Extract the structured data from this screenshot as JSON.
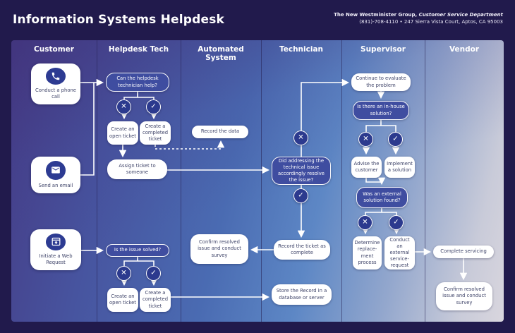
{
  "header": {
    "title": "Information Systems Helpdesk",
    "company_bold": "The New Westminister Group,",
    "company_italic": "Customer Service Department",
    "contact_line": "(831)-708-4110 • 247 Sierra Vista Court, Aptos, CA 95003"
  },
  "lanes": [
    {
      "label": "Customer"
    },
    {
      "label": "Helpdesk Tech"
    },
    {
      "label": "Automated System"
    },
    {
      "label": "Technician"
    },
    {
      "label": "Supervisor"
    },
    {
      "label": "Vendor"
    }
  ],
  "nodes": {
    "conduct_phone": "Conduct a phone call",
    "send_email": "Send an email",
    "web_request": "Initiate a Web Request",
    "q_helpdesk_help": "Can the helpdesk technician help?",
    "create_open_1": "Create an open ticket",
    "create_completed_1": "Create a completed ticket",
    "assign_ticket": "Assign ticket to someone",
    "record_data": "Record the data",
    "q_issue_resolved": "Did addressing the technical issue accordingly resolve the issue?",
    "continue_evaluate": "Continue to evaluate the problem",
    "q_inhouse": "Is there an in-house solution?",
    "advise_customer": "Advise the customer",
    "implement_solution": "Implement a solution",
    "q_external": "Was an external solution found?",
    "determine_replacement": "Determine replace- ment process",
    "conduct_external": "Conduct an external service- request",
    "record_ticket_complete": "Record the ticket as complete",
    "store_record": "Store the Record in a database or server",
    "confirm_survey_auto": "Confirm resolved issue and conduct survey",
    "q_issue_solved": "Is the issue solved?",
    "create_open_2": "Create an open ticket",
    "create_completed_2": "Create a completed ticket",
    "complete_servicing": "Complete servicing",
    "confirm_survey_vendor": "Confirm resolved issue and conduct survey"
  },
  "glyphs": {
    "x": "✕",
    "check": "✓"
  },
  "colors": {
    "page_background": "#211a4c",
    "decision_blue": "#3f4da0",
    "circle_blue": "#2c3a8e",
    "connector_white": "#ffffff"
  }
}
